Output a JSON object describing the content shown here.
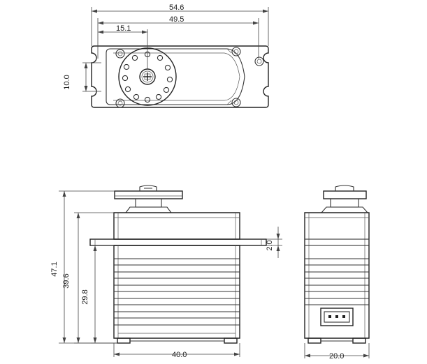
{
  "dimensions": {
    "overall_width": "54.6",
    "hole_spacing": "49.5",
    "output_offset": "15.1",
    "slot_spacing": "10.0",
    "total_height": "47.1",
    "flange_height": "39.6",
    "body_height": "29.8",
    "flange_thickness": "2.0",
    "case_width": "40.0",
    "case_depth": "20.0"
  }
}
